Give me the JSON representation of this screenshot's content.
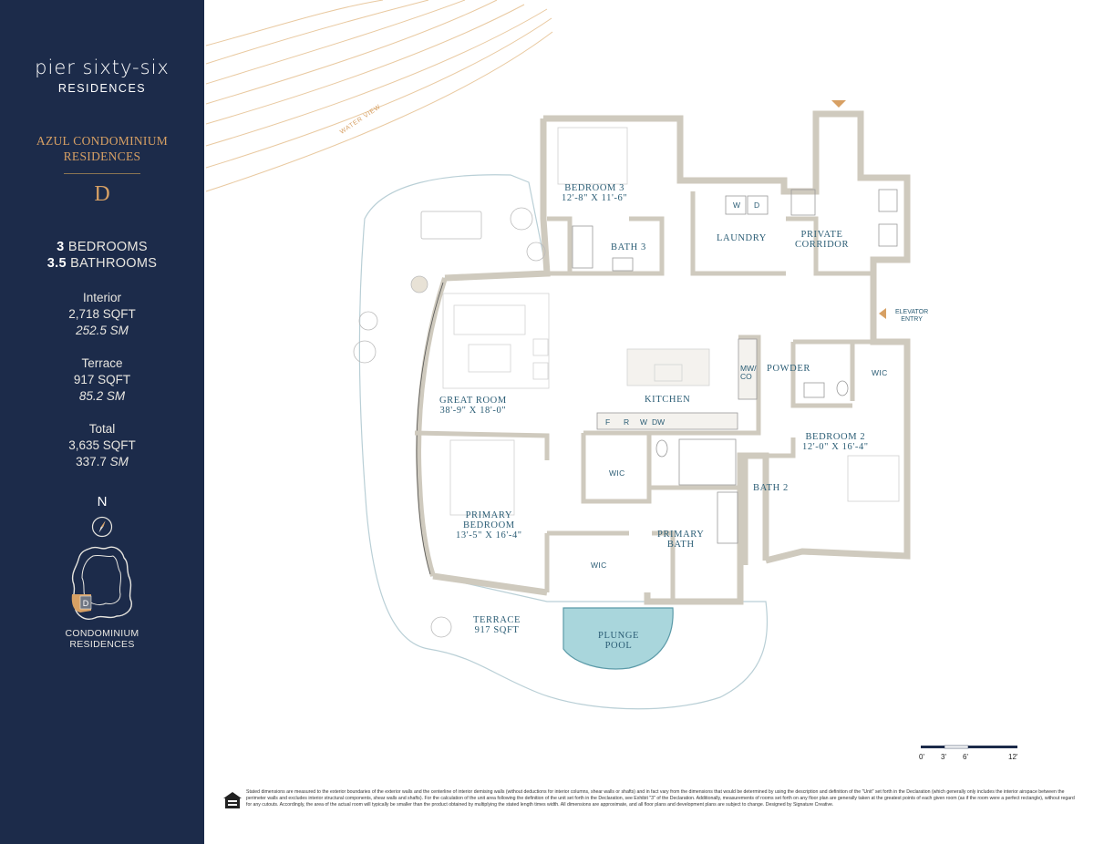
{
  "brand": {
    "name": "pier sixty-six",
    "sub": "RESIDENCES"
  },
  "collection": {
    "line1": "AZUL CONDOMINIUM",
    "line2": "RESIDENCES"
  },
  "unit": "D",
  "specs": {
    "bedrooms_num": "3",
    "bedrooms_label": "BEDROOMS",
    "bathrooms_num": "3.5",
    "bathrooms_label": "BATHROOMS"
  },
  "areas": {
    "interior": {
      "label": "Interior",
      "sqft": "2,718 SQFT",
      "sm": "252.5 SM"
    },
    "terrace": {
      "label": "Terrace",
      "sqft": "917 SQFT",
      "sm": "85.2 SM"
    },
    "total": {
      "label": "Total",
      "sqft": "3,635 SQFT",
      "sm_num": "337.7",
      "sm_unit": "SM"
    }
  },
  "compass": {
    "label": "N",
    "icon": "compass-icon"
  },
  "keyplan": {
    "marker": "D",
    "label_line1": "CONDOMINIUM",
    "label_line2": "RESIDENCES"
  },
  "plan": {
    "water_view": "WATER VIEW",
    "elevator_entry": {
      "line1": "ELEVATOR",
      "line2": "ENTRY"
    },
    "rooms": {
      "bedroom3": {
        "name": "BEDROOM 3",
        "dims": "12'-8\" X 11'-6\""
      },
      "bath3": "BATH 3",
      "laundry": "LAUNDRY",
      "private_corridor": {
        "line1": "PRIVATE",
        "line2": "CORRIDOR"
      },
      "great_room": {
        "name": "GREAT ROOM",
        "dims": "38'-9\" X 18'-0\""
      },
      "kitchen": "KITCHEN",
      "powder": "POWDER",
      "wic_bed2": "WIC",
      "bedroom2": {
        "name": "BEDROOM 2",
        "dims": "12'-0\" X 16'-4\""
      },
      "bath2": "BATH 2",
      "wic_primary_a": "WIC",
      "wic_primary_b": "WIC",
      "primary_bedroom": {
        "line1": "PRIMARY",
        "line2": "BEDROOM",
        "dims": "13'-5\" X 16'-4\""
      },
      "primary_bath": {
        "line1": "PRIMARY",
        "line2": "BATH"
      },
      "terrace": {
        "name": "TERRACE",
        "area": "917 SQFT"
      },
      "plunge_pool": {
        "line1": "PLUNGE",
        "line2": "POOL"
      }
    },
    "appliances": {
      "w": "W",
      "d": "D",
      "f": "F",
      "r": "R",
      "wd": "W",
      "dw": "DW",
      "mw": "MW/",
      "co": "CO"
    },
    "scale": [
      "0'",
      "3'",
      "6'",
      "12'"
    ]
  },
  "disclaimer": "Stated dimensions are measured to the exterior boundaries of the exterior walls and the centerline of interior demising walls (without deductions for interior columns, shear walls or shafts) and in fact vary from the dimensions that would be determined by using the description and definition of the \"Unit\" set forth in the Declaration (which generally only includes the interior airspace between the perimeter walls and excludes interior structural components, shear walls and shafts). For the calculation of the unit area following the definition of the unit set forth in the Declaration, see Exhibit \"3\" of the Declaration. Additionally, measurements of rooms set forth on any floor plan are generally taken at the greatest points of each given room (as if the room were a perfect rectangle), without regard for any cutouts. Accordingly, the area of the actual room will typically be smaller than the product obtained by multiplying the stated length times width. All dimensions are approximate, and all floor plans and development plans are subject to change. Designed by Signature Creative.",
  "colors": {
    "navy": "#1c2b4a",
    "gold": "#d7a064",
    "label": "#2b5d75",
    "wall": "#cfcabe",
    "pool": "#a9d6dc"
  }
}
